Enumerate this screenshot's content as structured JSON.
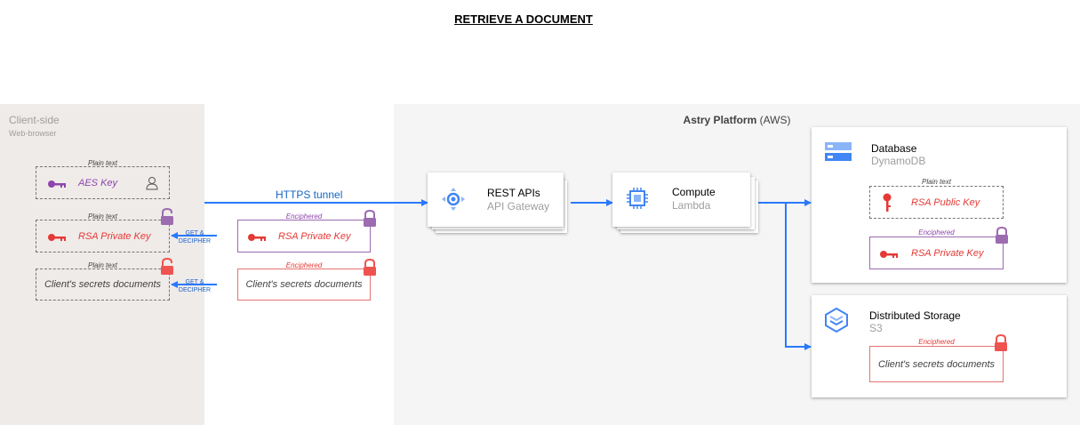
{
  "title": "RETRIEVE A DOCUMENT",
  "client": {
    "title": "Client-side",
    "subtitle": "Web-browser",
    "aes": {
      "caption": "Plain text",
      "label": "AES Key"
    },
    "rsa_private": {
      "caption": "Plain text",
      "label": "RSA Private Key"
    },
    "secrets": {
      "caption": "Plain text",
      "label": "Client's secrets documents"
    },
    "action1": "GET &\nDECIPHER",
    "action2": "GET &\nDECIPHER"
  },
  "transit": {
    "https_label": "HTTPS tunnel",
    "rsa_private": {
      "caption": "Enciphered",
      "label": "RSA Private Key"
    },
    "secrets": {
      "caption": "Enciphered",
      "label": "Client's secrets documents"
    }
  },
  "platform": {
    "title_bold": "Astry Platform",
    "title_rest": " (AWS)",
    "rest_api": {
      "title": "REST APIs",
      "subtitle": "API Gateway"
    },
    "compute": {
      "title": "Compute",
      "subtitle": "Lambda"
    },
    "database": {
      "title": "Database",
      "subtitle": "DynamoDB",
      "public_key": {
        "caption": "Plain text",
        "label": "RSA Public Key"
      },
      "private_key": {
        "caption": "Enciphered",
        "label": "RSA Private Key"
      }
    },
    "storage": {
      "title": "Distributed Storage",
      "subtitle": "S3",
      "secrets": {
        "caption": "Enciphered",
        "label": "Client's secrets documents"
      }
    }
  },
  "colors": {
    "arrow": "#2979ff",
    "purple": "#8e44ad",
    "red": "#e53935",
    "gcp_blue": "#4285f4"
  }
}
